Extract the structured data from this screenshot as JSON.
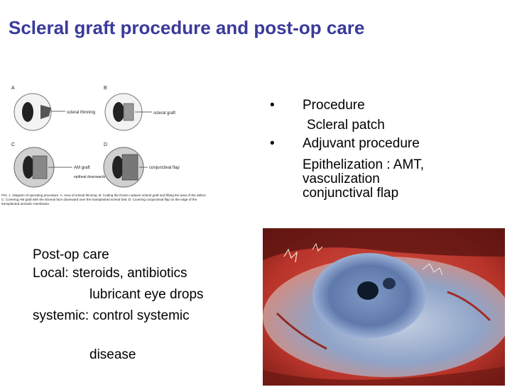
{
  "title": "Scleral graft procedure and post-op care",
  "diagram": {
    "labels": {
      "a": "A",
      "b": "B",
      "c": "C",
      "d": "D",
      "scleral_thinning": "scleral thinning",
      "scleral_graft": "scleral graft",
      "am_graft": "AM graft",
      "epithelium_down": "epitheal downwards",
      "conjunctival_flap": "conjunctival flap"
    },
    "caption": "FIG. 1. Diagram of operating procedure. A: Area of scleral thinning. B: Cutting the frozen cadaver scleral graft and fitting the area of the defect. C: Covering AM graft with the stromal face downward over the transplanted scleral bed. D: Covering conjunctival flap on the edge of the transplanted amniotic membrane."
  },
  "bullets": {
    "procedure": "Procedure",
    "scleral_patch": "Scleral patch",
    "adjuvant": "Adjuvant procedure",
    "epithelization": "Epithelization : AMT,",
    "vasculization": "vasculization",
    "conjunctival_flap": "conjunctival flap",
    "bullet_glyph": "•"
  },
  "postop": {
    "heading": "Post-op care",
    "local": "Local:  steroids, antibiotics",
    "lubricant": "lubricant eye drops",
    "systemic": "systemic: control systemic",
    "disease": "disease"
  },
  "photo": {
    "icon": "eye-photo"
  },
  "colors": {
    "title": "#3a3a9c",
    "photo_bg": "#c03a30"
  }
}
